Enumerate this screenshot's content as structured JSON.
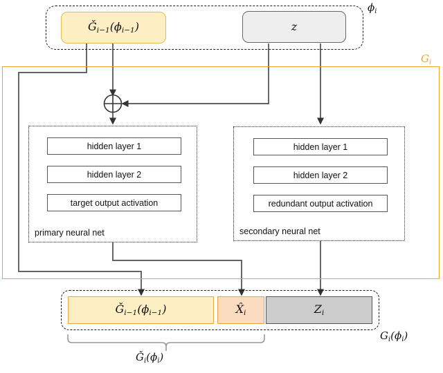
{
  "diagram": {
    "title_tags": {
      "phi_group": "ϕ",
      "phi_group_sub": "i",
      "outer_group": "G",
      "outer_group_sub": "i",
      "output_group": "G",
      "output_group_sub": "i",
      "output_group_arg": "(ϕ",
      "output_group_arg_sub": "i",
      "output_group_arg_close": ")",
      "brace_label": "Ǧ",
      "brace_label_sub": "i",
      "brace_label_arg": "(ϕ",
      "brace_label_arg_sub": "i",
      "brace_label_arg_close": ")"
    },
    "inputs": [
      {
        "name": "g-check-prev",
        "symbol": "Ǧ",
        "sub": "i−1",
        "arg_open": "(ϕ",
        "arg_sub": "i−1",
        "arg_close": ")",
        "fill": "#fdeec3",
        "stroke": "#e8bb52"
      },
      {
        "name": "latent-z",
        "symbol": "z",
        "sub": "",
        "arg_open": "",
        "arg_sub": "",
        "arg_close": "",
        "fill": "#eeeeee",
        "stroke": "#666666"
      }
    ],
    "operator": {
      "name": "sum-operator",
      "symbol": "⊕"
    },
    "networks": [
      {
        "id": "primary",
        "label": "primary neural net",
        "layers": [
          "hidden layer 1",
          "hidden layer 2",
          "target output activation"
        ]
      },
      {
        "id": "secondary",
        "label": "secondary neural net",
        "layers": [
          "hidden layer 1",
          "hidden layer 2",
          "redundant output activation"
        ]
      }
    ],
    "outputs": [
      {
        "name": "output-g-check-prev",
        "symbol": "Ǧ",
        "sub": "i−1",
        "arg_open": "(ϕ",
        "arg_sub": "i−1",
        "arg_close": ")",
        "fill": "#fdeec3",
        "stroke": "#e8a83c"
      },
      {
        "name": "output-x-hat",
        "symbol": "X̂",
        "sub": "i",
        "arg_open": "",
        "arg_sub": "",
        "arg_close": "",
        "fill": "#fbdcc0",
        "stroke": "#e8a83c"
      },
      {
        "name": "output-z",
        "symbol": "Z",
        "sub": "i",
        "arg_open": "",
        "arg_sub": "",
        "arg_close": "",
        "fill": "#cccccc",
        "stroke": "#555555"
      }
    ],
    "colors": {
      "accent_orange": "#f0a32a",
      "yellow_fill": "#fdeec3",
      "peach_fill": "#fbdcc0",
      "gray_fill": "#cccccc",
      "line": "#4d4d4d"
    }
  }
}
